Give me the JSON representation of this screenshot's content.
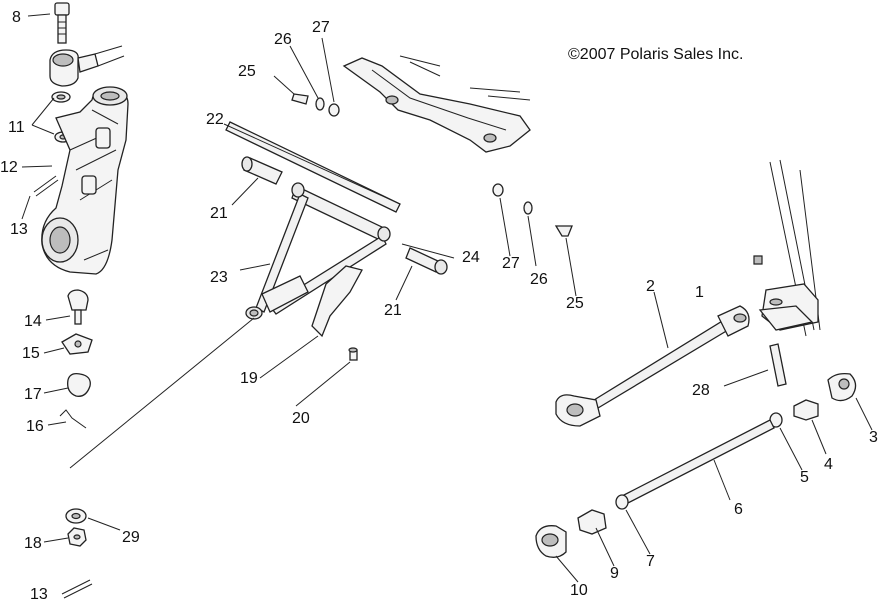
{
  "copyright": "©2007 Polaris Sales Inc.",
  "callouts": [
    "1",
    "2",
    "3",
    "4",
    "5",
    "6",
    "7",
    "8",
    "9",
    "10",
    "11",
    "12",
    "13",
    "13",
    "14",
    "15",
    "16",
    "17",
    "18",
    "19",
    "20",
    "21",
    "21",
    "22",
    "23",
    "24",
    "25",
    "25",
    "26",
    "26",
    "27",
    "27",
    "28",
    "29"
  ]
}
